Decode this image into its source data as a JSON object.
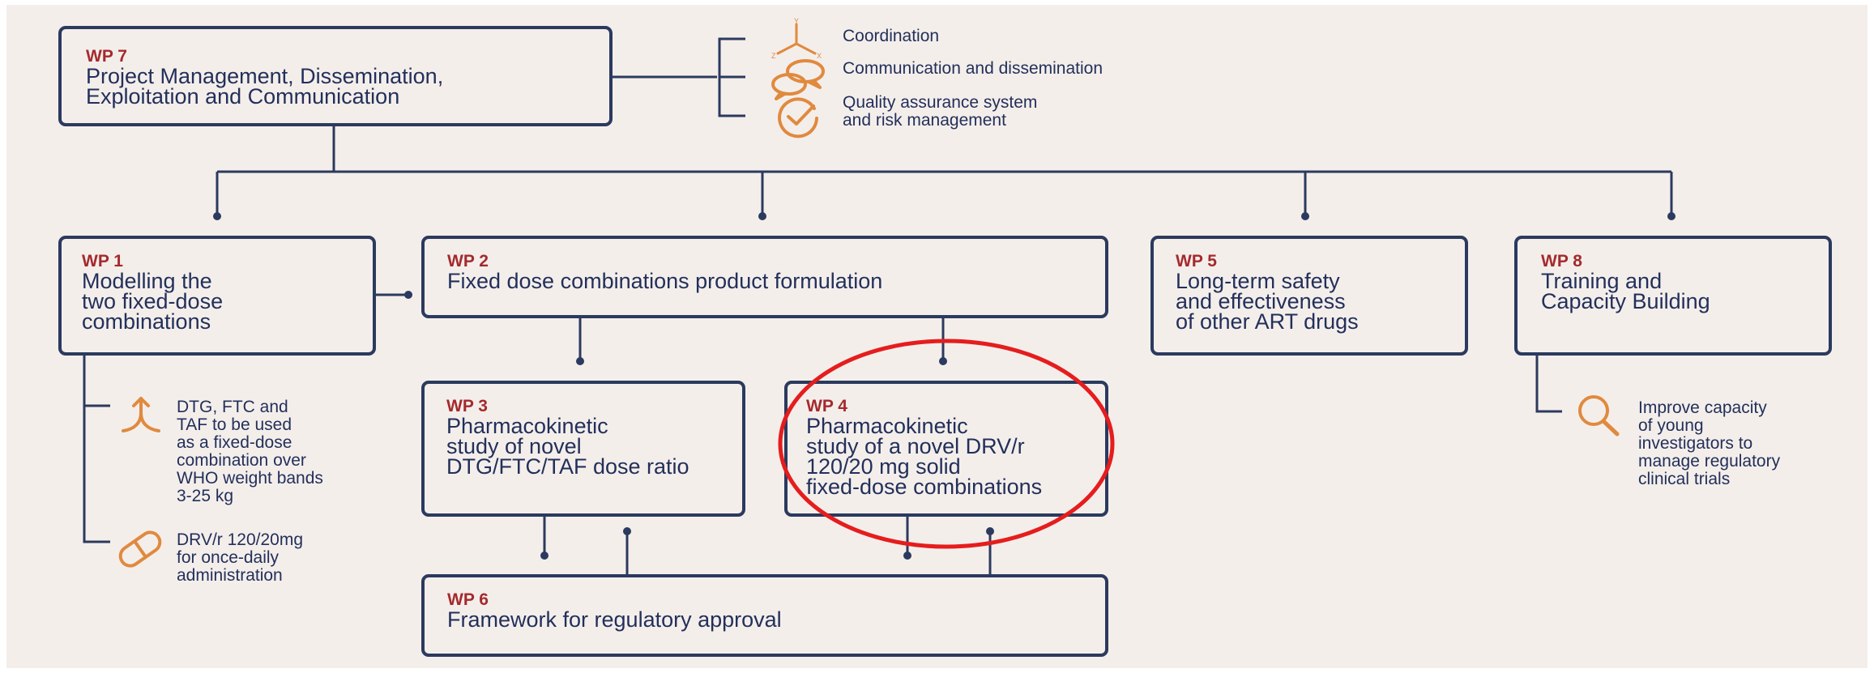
{
  "colors": {
    "background": "#f4eeeb",
    "box_border": "#2b3a5e",
    "wp_label": "#a42a2d",
    "text": "#22305a",
    "icon": "#e08a3e",
    "highlight": "#e51d1d",
    "header_cut": "#3c9a2a"
  },
  "wp7": {
    "label": "WP 7",
    "title": "Project Management, Dissemination,\nExploitation and Communication"
  },
  "wp7_items": [
    {
      "icon": "axes-icon",
      "text": "Coordination"
    },
    {
      "icon": "speech-bubbles-icon",
      "text": "Communication and dissemination"
    },
    {
      "icon": "check-circle-icon",
      "text": "Quality assurance system\nand risk management"
    }
  ],
  "wp1": {
    "label": "WP 1",
    "title": "Modelling the\ntwo fixed-dose\ncombinations"
  },
  "wp1_items": [
    {
      "icon": "merge-arrow-icon",
      "text": "DTG, FTC and\nTAF to be used\nas a fixed-dose\ncombination over\nWHO weight bands\n3-25 kg"
    },
    {
      "icon": "pill-icon",
      "text": "DRV/r 120/20mg\nfor once-daily\nadministration"
    }
  ],
  "wp2": {
    "label": "WP 2",
    "title": "Fixed dose combinations product formulation"
  },
  "wp3": {
    "label": "WP 3",
    "title": "Pharmacokinetic\nstudy of novel\nDTG/FTC/TAF dose ratio"
  },
  "wp4": {
    "label": "WP 4",
    "title": "Pharmacokinetic\nstudy of a novel DRV/r\n120/20 mg solid\nfixed-dose combinations"
  },
  "wp5": {
    "label": "WP 5",
    "title": "Long-term safety\nand effectiveness\nof other ART drugs"
  },
  "wp6": {
    "label": "WP 6",
    "title": "Framework for regulatory approval"
  },
  "wp8": {
    "label": "WP 8",
    "title": "Training and\nCapacity Building"
  },
  "wp8_items": [
    {
      "icon": "magnifier-icon",
      "text": "Improve capacity\nof young\ninvestigators to\nmanage regulatory\nclinical trials"
    }
  ]
}
